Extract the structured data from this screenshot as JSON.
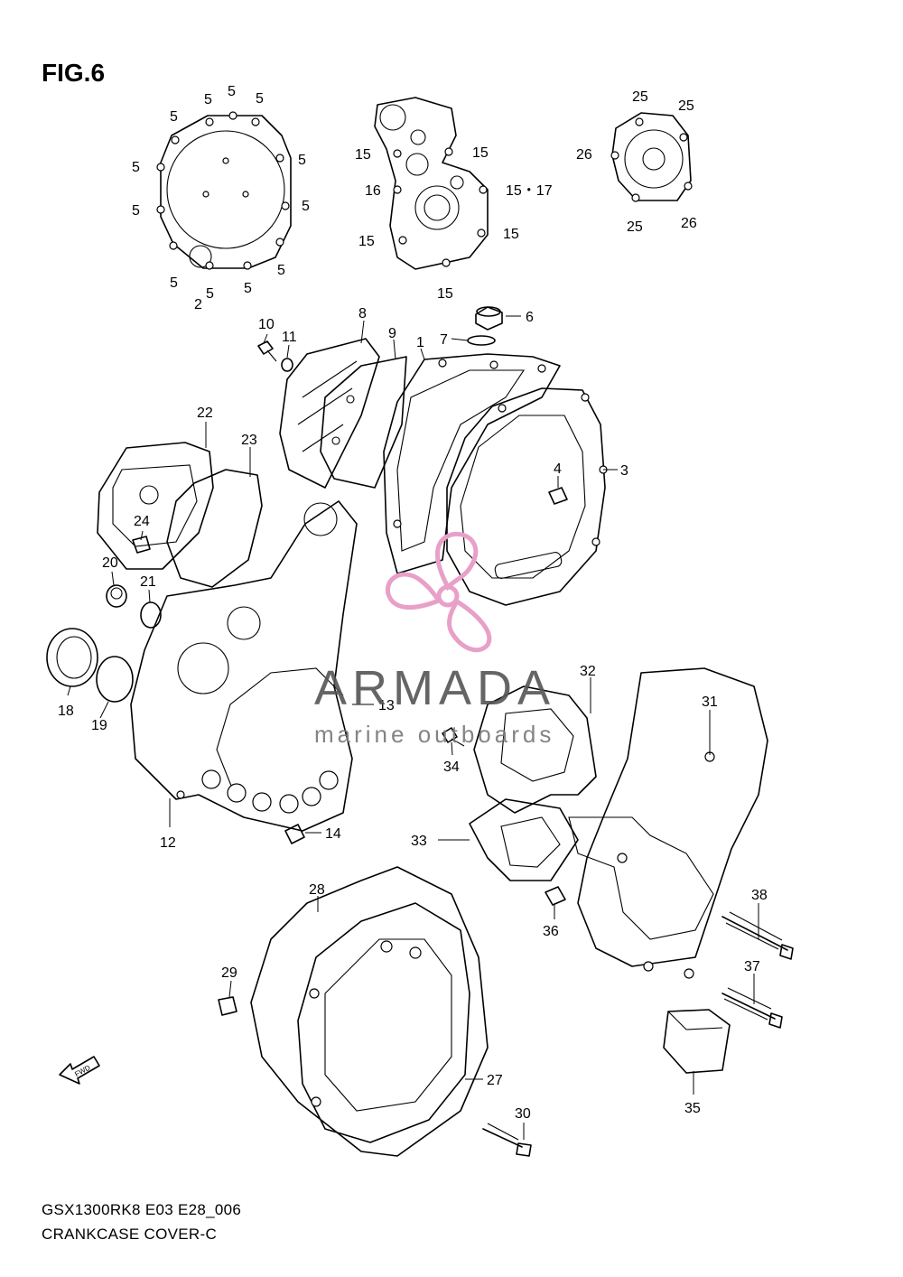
{
  "figure": {
    "title": "FIG.6"
  },
  "footer": {
    "line1": "GSX1300RK8 E03 E28_006",
    "line2": "CRANKCASE COVER-C"
  },
  "watermark": {
    "brand": "ARMADA",
    "tagline": "marine outboards",
    "logo_color": "#e8a0c8"
  },
  "direction_arrow": {
    "text": "FWD"
  },
  "callouts": {
    "c1": "1",
    "c2": "2",
    "c3": "3",
    "c4": "4",
    "c5": "5",
    "c6": "6",
    "c7": "7",
    "c8": "8",
    "c9": "9",
    "c10": "10",
    "c11": "11",
    "c12": "12",
    "c13": "13",
    "c14": "14",
    "c15": "15",
    "c15_17": "15・17",
    "c16": "16",
    "c18": "18",
    "c19": "19",
    "c20": "20",
    "c21": "21",
    "c22": "22",
    "c23": "23",
    "c24": "24",
    "c25": "25",
    "c26": "26",
    "c27": "27",
    "c28": "28",
    "c29": "29",
    "c30": "30",
    "c31": "31",
    "c32": "32",
    "c33": "33",
    "c34": "34",
    "c35": "35",
    "c36": "36",
    "c37": "37",
    "c38": "38"
  }
}
